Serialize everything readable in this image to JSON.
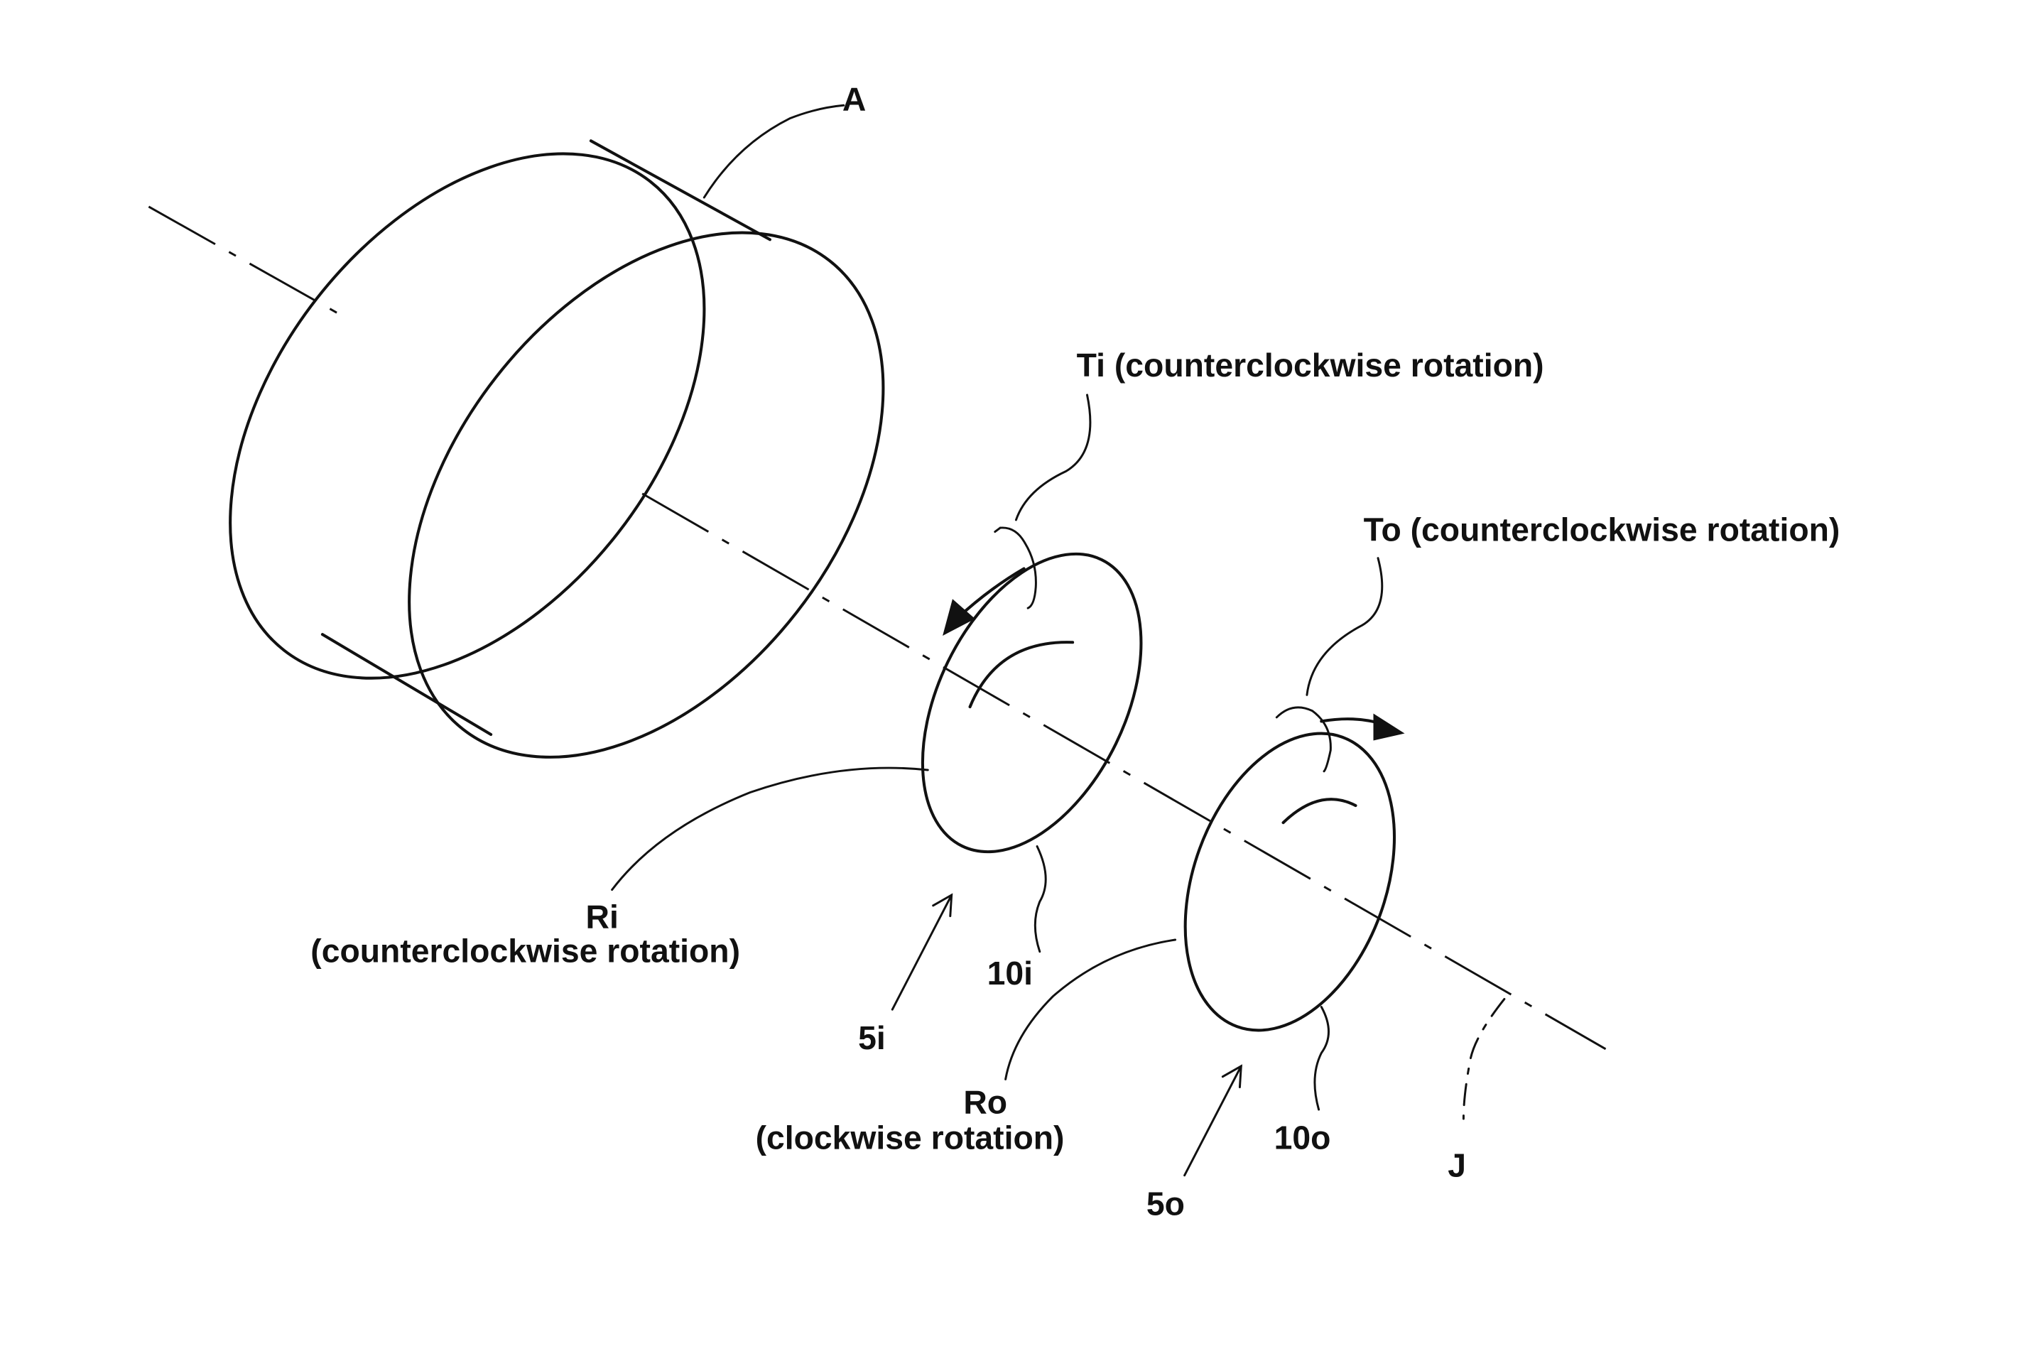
{
  "labels": {
    "A": "A",
    "Ti": "Ti (counterclockwise rotation)",
    "To": "To (counterclockwise rotation)",
    "Ri_line1": "Ri",
    "Ri_line2": "(counterclockwise rotation)",
    "Ro_line1": "Ro",
    "Ro_line2": "(clockwise rotation)",
    "ref_10i": "10i",
    "ref_10o": "10o",
    "ref_5i": "5i",
    "ref_5o": "5o",
    "J": "J"
  }
}
